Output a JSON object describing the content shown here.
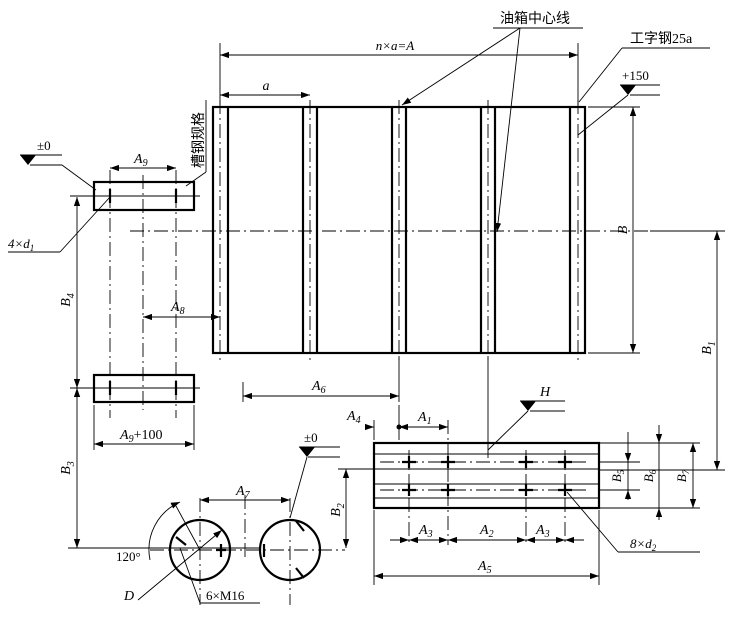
{
  "labels": {
    "oil_tank_centerline": "油箱中心线",
    "i_beam": "工字钢25a",
    "channel_steel_spec": "槽钢规格",
    "elev_plus150": "+150",
    "elev_zero_left": "±0",
    "elev_zero_mid": "±0",
    "n_times_a": "n×a=A",
    "a": "a",
    "A9": "A",
    "A9_sub": "9",
    "A9_plus100": "A",
    "A9_plus100_sub": "9",
    "A9_plus100_tail": "+100",
    "four_d1": "4×d",
    "four_d1_sub": "1",
    "B4": "B",
    "B4_sub": "4",
    "A8": "A",
    "A8_sub": "8",
    "B3": "B",
    "B3_sub": "3",
    "A6": "A",
    "A6_sub": "6",
    "B": "B",
    "B1": "B",
    "B1_sub": "1",
    "H": "H",
    "A4": "A",
    "A4_sub": "4",
    "A1": "A",
    "A1_sub": "1",
    "B5": "B",
    "B5_sub": "5",
    "B6": "B",
    "B6_sub": "6",
    "B7": "B",
    "B7_sub": "7",
    "B2": "B",
    "B2_sub": "2",
    "A3_left": "A",
    "A3_left_sub": "3",
    "A2": "A",
    "A2_sub": "2",
    "A3_right": "A",
    "A3_right_sub": "3",
    "eight_d2": "8×d",
    "eight_d2_sub": "2",
    "A5": "A",
    "A5_sub": "5",
    "A7": "A",
    "A7_sub": "7",
    "angle_120": "120°",
    "D": "D",
    "six_M16": "6×M16"
  }
}
